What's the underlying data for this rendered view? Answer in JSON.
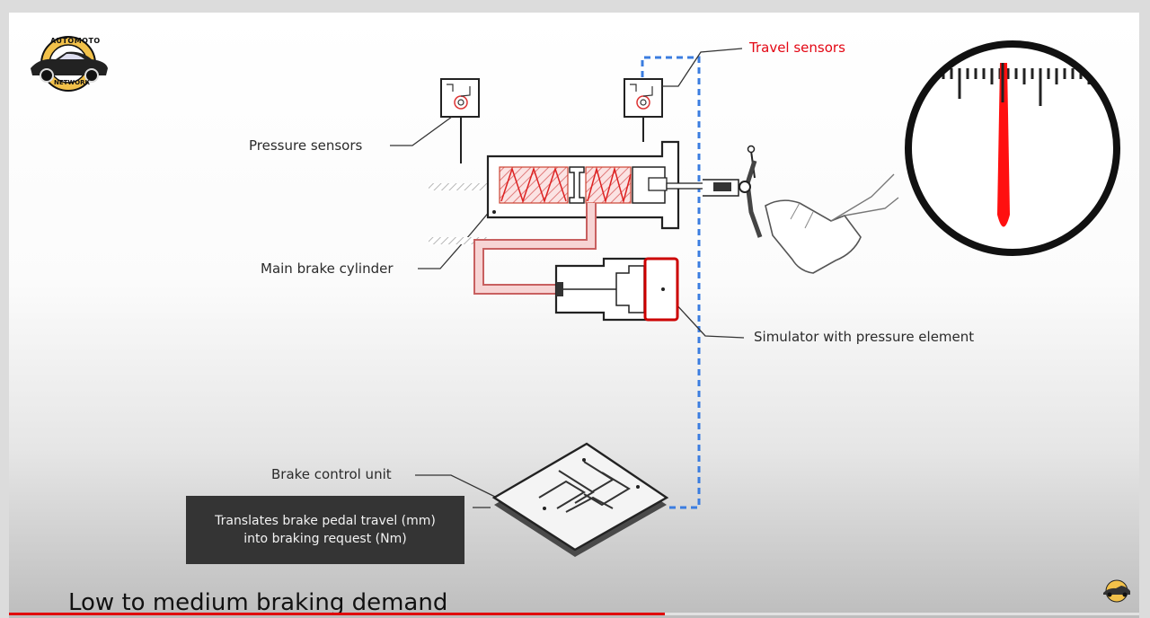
{
  "labels": {
    "travel_sensors": "Travel sensors",
    "pressure_sensors": "Pressure sensors",
    "main_brake_cylinder": "Main brake cylinder",
    "simulator": "Simulator with pressure element",
    "brake_control_unit": "Brake control unit"
  },
  "tooltip": {
    "line1": "Translates brake pedal travel (mm)",
    "line2": "into braking request (Nm)"
  },
  "caption": "Low to medium braking demand",
  "logo": {
    "top_text": "AUTOMOTO",
    "bottom_text": "NETWORK"
  },
  "video_progress_percent": 58,
  "colors": {
    "accent_red": "#e30613",
    "wire_blue": "#3b7de0",
    "hatch_red": "#e8a0a0",
    "tooltip_bg": "#343434"
  }
}
